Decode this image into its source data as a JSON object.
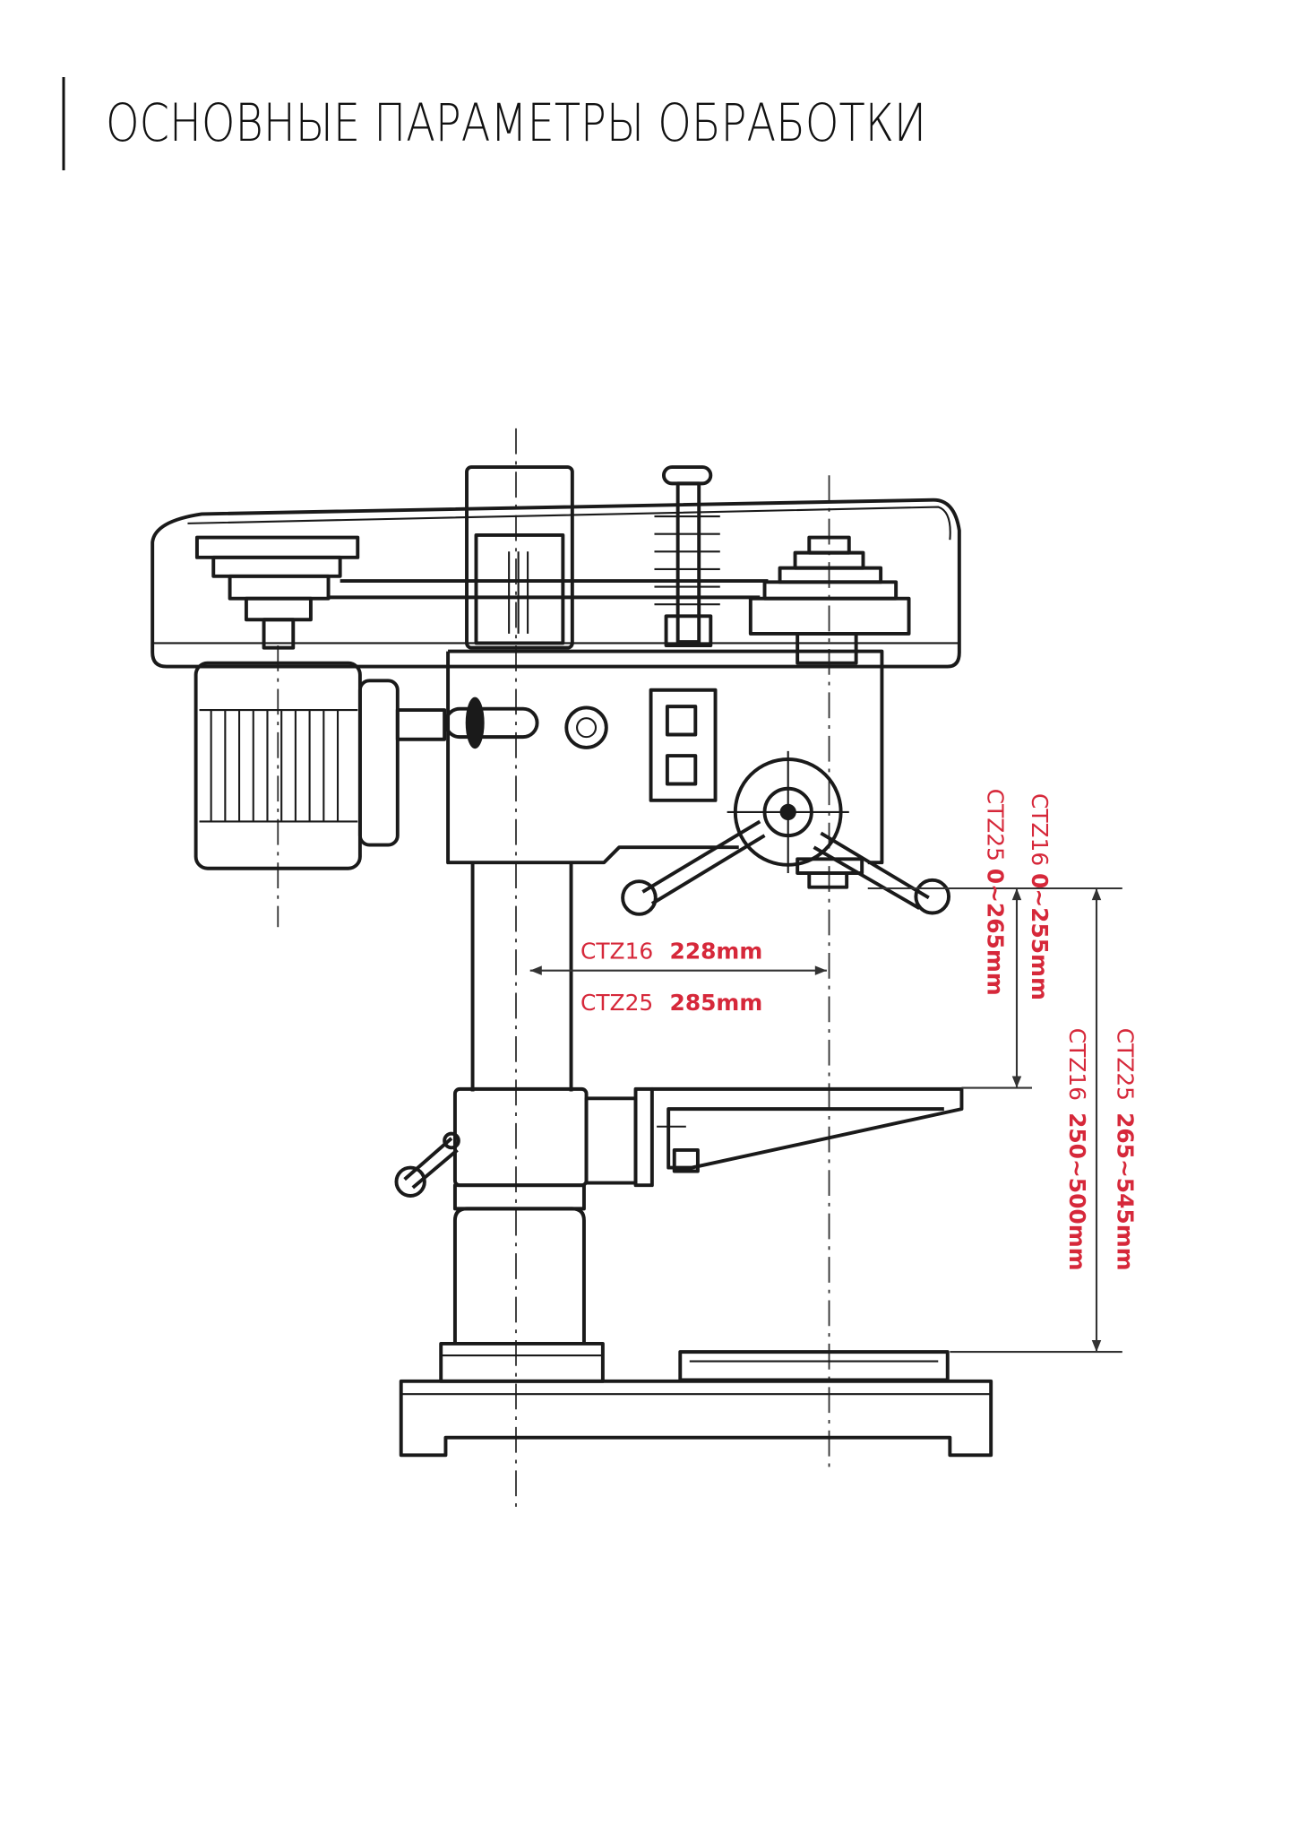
{
  "page": {
    "title": "ОСНОВНЫЕ ПАРАМЕТРЫ ОБРАБОТКИ"
  },
  "diagram": {
    "accent_color": "#d6283a",
    "dimensions": {
      "reach_ctz16": {
        "model": "CTZ16",
        "value": "228mm"
      },
      "reach_ctz25": {
        "model": "CTZ25",
        "value": "285mm"
      },
      "stroke_ctz25": {
        "model": "CTZ25",
        "value": "0~265mm"
      },
      "stroke_ctz16": {
        "model": "CTZ16",
        "value": "0~255mm"
      },
      "table_ctz16": {
        "model": "CTZ16",
        "value": "250~500mm"
      },
      "table_ctz25": {
        "model": "CTZ25",
        "value": "265~545mm"
      }
    }
  }
}
